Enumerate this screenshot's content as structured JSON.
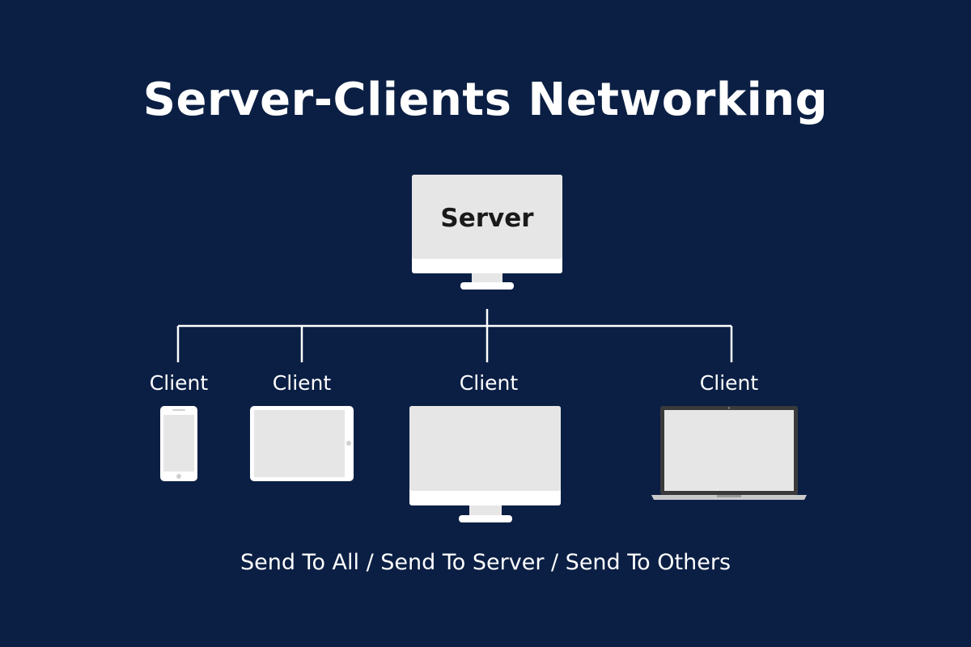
{
  "title": "Server-Clients Networking",
  "server": {
    "label": "Server",
    "icon": "desktop-monitor-icon"
  },
  "clients": [
    {
      "label": "Client",
      "icon": "smartphone-icon"
    },
    {
      "label": "Client",
      "icon": "tablet-icon"
    },
    {
      "label": "Client",
      "icon": "desktop-monitor-icon"
    },
    {
      "label": "Client",
      "icon": "laptop-icon"
    }
  ],
  "footer": "Send To All / Send To Server / Send To Others",
  "colors": {
    "background": "#0b1f44",
    "device_body": "#ffffff",
    "device_screen": "#e6e6e6",
    "laptop_bezel": "#3a3a3a",
    "connector_line": "#ffffff"
  }
}
